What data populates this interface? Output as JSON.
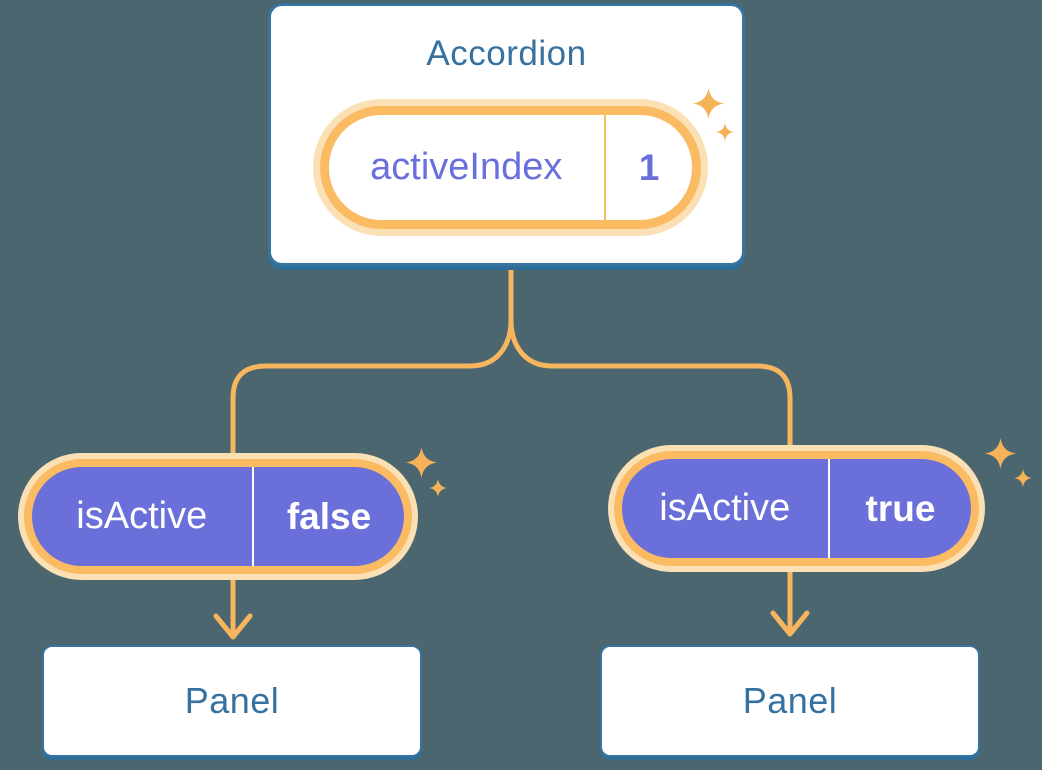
{
  "diagram": {
    "parent": {
      "title": "Accordion",
      "state_pill": {
        "label": "activeIndex",
        "value": "1"
      }
    },
    "children": [
      {
        "prop_pill": {
          "label": "isActive",
          "value": "false"
        },
        "panel_title": "Panel"
      },
      {
        "prop_pill": {
          "label": "isActive",
          "value": "true"
        },
        "panel_title": "Panel"
      }
    ],
    "colors": {
      "background": "#4C6670",
      "card_border_blue": "#3874A0",
      "card_shadow_blue": "#2E6F99",
      "heading_blue": "#36719F",
      "connector_orange": "#F7B55E",
      "pill_border_orange": "#FABB62",
      "pill_glow_cream": "#FAE0B4",
      "prop_pill_purple": "#6A6FD9",
      "state_text_purple": "#6A70DB",
      "sparkle_orange": "#F5B259",
      "card_background": "#FFFFFF"
    }
  }
}
